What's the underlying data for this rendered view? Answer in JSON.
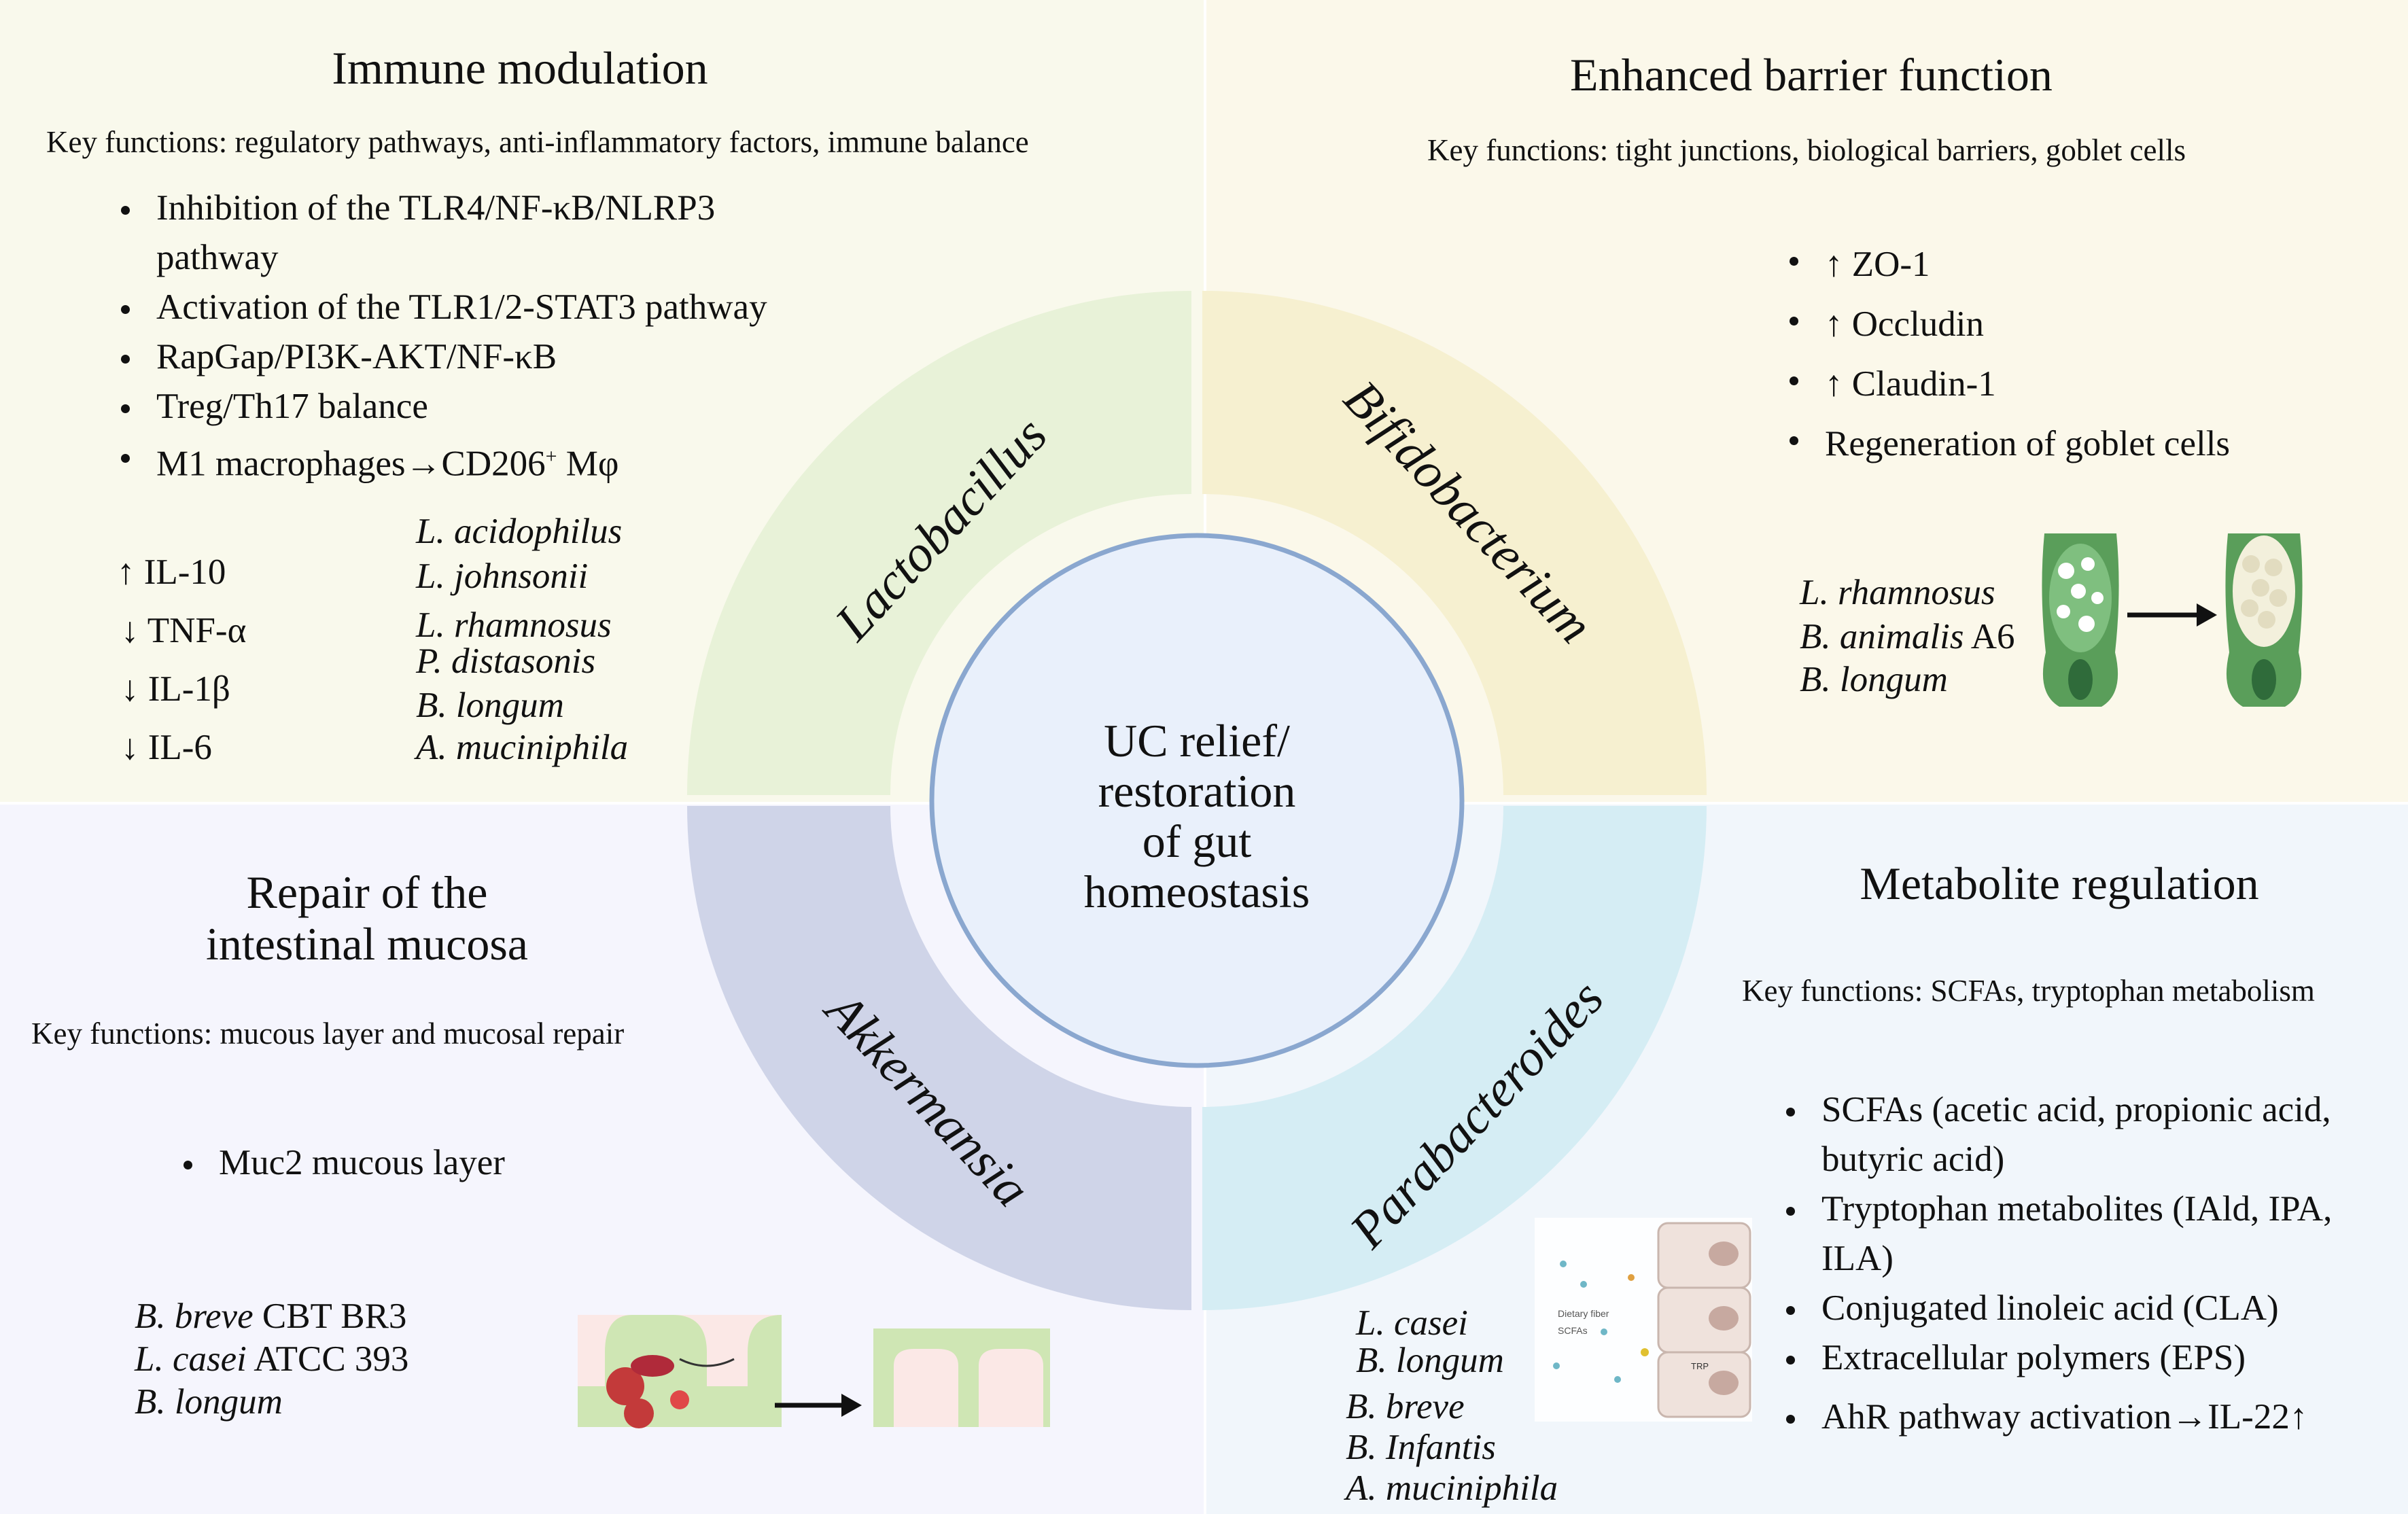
{
  "center": {
    "lines": [
      "UC relief/",
      "restoration",
      "of gut",
      "homeostasis"
    ]
  },
  "ring": [
    {
      "label": "Lactobacillus",
      "color": "#e8f2d8"
    },
    {
      "label": "Bifidobacterium",
      "color": "#f6f0d0"
    },
    {
      "label": "Akkermansia",
      "color": "#cfd4e8"
    },
    {
      "label": "Parabacteroides",
      "color": "#d5edf4"
    }
  ],
  "immune": {
    "title": "Immune modulation",
    "key_functions": "Key functions: regulatory pathways, anti-inflammatory factors, immune balance",
    "bullets": [
      "Inhibition of the TLR4/NF-κB/NLRP3",
      "Activation of the TLR1/2-STAT3 pathway",
      "RapGap/PI3K-AKT/NF-κB",
      "Treg/Th17 balance"
    ],
    "bullet1_cont": "pathway",
    "macro_pre": "M1 macrophages→CD206",
    "macro_sup": "+",
    "macro_post": " Mφ",
    "cytokines": [
      "↑  IL-10",
      "↓ TNF-α",
      "↓ IL-1β",
      "↓ IL-6"
    ],
    "species": [
      "L. acidophilus",
      "L. johnsonii",
      "L. rhamnosus",
      "P. distasonis",
      "B. longum",
      "A. muciniphila"
    ]
  },
  "barrier": {
    "title": "Enhanced barrier function",
    "key_functions": "Key functions: tight junctions, biological barriers, goblet cells",
    "bullets": [
      "↑ ZO-1",
      "↑ Occludin",
      "↑ Claudin-1",
      "Regeneration of goblet cells"
    ],
    "species": [
      {
        "italic": "L. rhamnosus",
        "normal": ""
      },
      {
        "italic": "B. animalis",
        "normal": " A6"
      },
      {
        "italic": "B. longum",
        "normal": ""
      }
    ]
  },
  "mucosa": {
    "title_lines": [
      "Repair of the",
      "intestinal mucosa"
    ],
    "key_functions": "Key functions: mucous layer and mucosal repair",
    "bullets": [
      "Muc2 mucous layer"
    ],
    "species": [
      {
        "italic": "B. breve",
        "normal": " CBT BR3"
      },
      {
        "italic": "L. casei",
        "normal": " ATCC 393"
      },
      {
        "italic": "B. longum",
        "normal": ""
      }
    ]
  },
  "metabolite": {
    "title": "Metabolite regulation",
    "key_functions": "Key functions: SCFAs, tryptophan metabolism",
    "bullets": [
      [
        "SCFAs (acetic acid, propionic acid,",
        "butyric acid)"
      ],
      [
        "Tryptophan metabolites (IAld, IPA,",
        "ILA)"
      ],
      [
        "Conjugated linoleic acid (CLA)"
      ],
      [
        "Extracellular polymers (EPS)"
      ],
      [
        "AhR pathway activation→IL-22↑"
      ]
    ],
    "species": [
      "L. casei",
      "B. longum",
      "B. breve",
      "B. Infantis",
      "A. muciniphila"
    ],
    "cell_labels": [
      "Dietary fiber",
      "SCFAs",
      "TRP"
    ]
  },
  "colors": {
    "ring_outline": "#8aa7cf",
    "inner_fill": "#e9f0fb",
    "goblet_green": "#5a9e5a",
    "villus_green": "#cfe6b4",
    "villus_pink": "#f3c9c6"
  }
}
